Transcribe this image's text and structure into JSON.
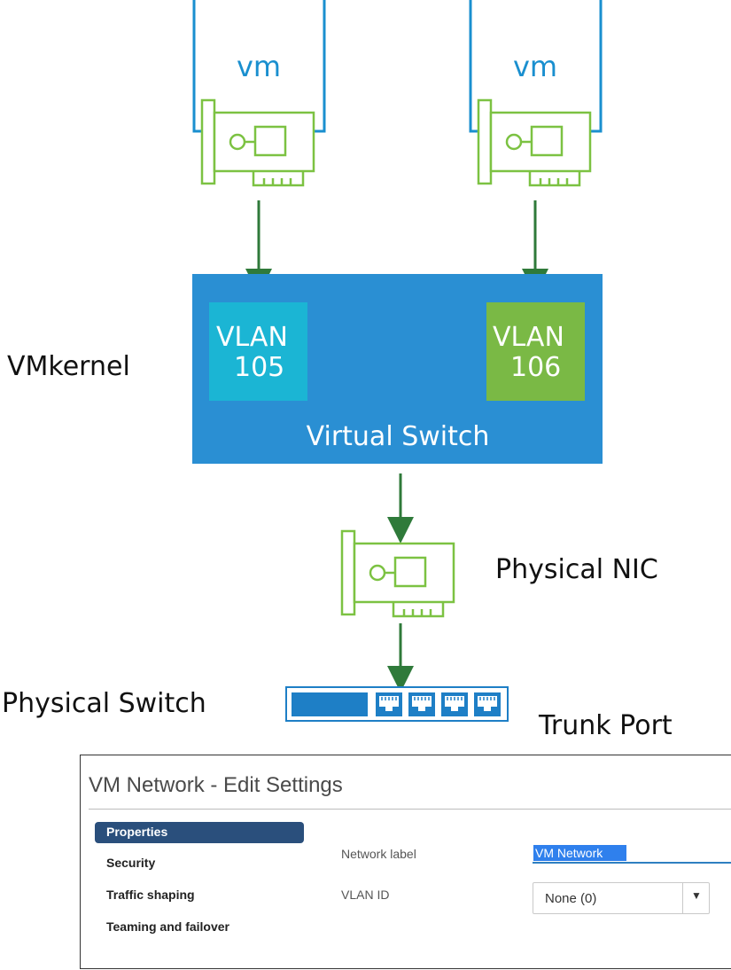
{
  "diagram": {
    "vm_left_label": "vm",
    "vm_right_label": "vm",
    "vlan_left": {
      "line1": "VLAN",
      "line2": "105"
    },
    "vlan_right": {
      "line1": "VLAN",
      "line2": "106"
    },
    "virtual_switch_label": "Virtual Switch",
    "vmkernel_label": "VMkernel",
    "physical_nic_label": "Physical NIC",
    "physical_switch_label": "Physical Switch",
    "trunk_port_label": "Trunk Port",
    "colors": {
      "vm_border": "#1a8fcf",
      "vm_text": "#1a8fcf",
      "nic_green": "#7cc242",
      "arrow_green": "#2f7a3a",
      "switch_blue": "#2a8fd3",
      "vlan_105": "#1bb5d4",
      "vlan_106": "#7ab945",
      "port_blue": "#1e7fc6"
    }
  },
  "dialog": {
    "title": "VM Network - Edit Settings",
    "nav": [
      {
        "label": "Properties",
        "active": true
      },
      {
        "label": "Security",
        "active": false
      },
      {
        "label": "Traffic shaping",
        "active": false
      },
      {
        "label": "Teaming and failover",
        "active": false
      }
    ],
    "network_label_field": "Network label",
    "network_label_value": "VM Network",
    "vlan_id_field": "VLAN ID",
    "vlan_id_value": "None (0)",
    "colors": {
      "nav_active": "#2a4f7c",
      "input_underline": "#2f7fc1",
      "selection": "#2f80ed"
    }
  }
}
